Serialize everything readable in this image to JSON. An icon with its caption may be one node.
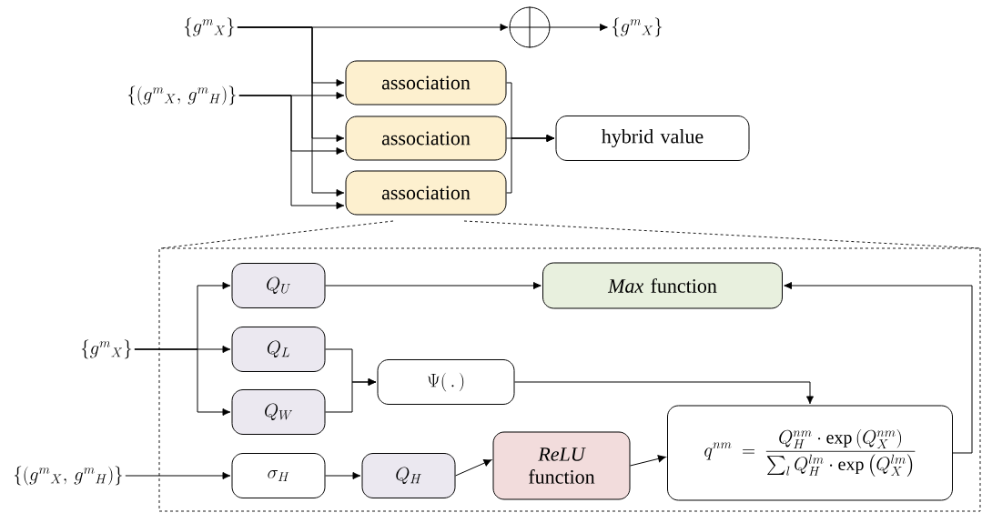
{
  "diagram": {
    "nodes": [
      {
        "text": [
          "\\{g^{m}{}_{X}\\}"
        ]
      },
      {
        "text": [
          "\\{(g^{m}{}_{X},\\, g^{m}{}_{H})\\}"
        ]
      },
      {
        "text": [
          "association"
        ]
      },
      {
        "text": [
          "association"
        ]
      },
      {
        "text": [
          "association"
        ]
      },
      {
        "text": [],
        "shape": "circle"
      },
      {
        "text": [
          "\\{g^{m}{}_{X}\\}"
        ]
      },
      {
        "text": [
          "hybrid value"
        ]
      },
      {
        "text": [],
        "shape": "box"
      },
      {
        "text": [
          "\\{g^{m}{}_{X}\\}"
        ]
      },
      {
        "text": [
          "\\{(g^{m}{}_{X},\\, g^{m}{}_{H})\\}"
        ]
      },
      {
        "text": [
          "Q_{U}"
        ],
        "in": 8
      },
      {
        "text": [
          "Q_{L}"
        ],
        "in": 8
      },
      {
        "text": [
          "Q_{W}"
        ],
        "in": 8
      },
      {
        "text": [
          "*Max* function"
        ],
        "in": 8
      },
      {
        "text": [
          "\\Psi(\\,.\\,)"
        ],
        "in": 8
      },
      {
        "text": [
          "\\sigma_{H}"
        ],
        "in": 8
      },
      {
        "text": [
          "Q_{H}"
        ],
        "in": 8
      },
      {
        "text": [
          "*ReLU* function"
        ],
        "in": 8
      },
      {
        "text": [
          "q^{nm}=\\frac{Q_{H}^{nm}\\cdot\\exp\\left(Q_{X}^{nm}\\right)}{\\sum_{l}Q_{H}^{lm}\\cdot\\exp\\left(Q_{X}^{lm}\\right)}"
        ],
        "in": 8
      }
    ],
    "edges": [
      {
        "from": 0,
        "to": 5,
        "arrow": "to"
      },
      {
        "from": 0,
        "to": 2,
        "arrow": "to"
      },
      {
        "from": 0,
        "to": 3,
        "arrow": "to"
      },
      {
        "from": 0,
        "to": 4,
        "arrow": "to"
      },
      {
        "from": 1,
        "to": 2,
        "arrow": "to"
      },
      {
        "from": 1,
        "to": 3,
        "arrow": "to"
      },
      {
        "from": 1,
        "to": 4,
        "arrow": "to"
      },
      {
        "from": 5,
        "to": 6,
        "arrow": "to"
      },
      {
        "from": 2,
        "to": 7,
        "arrow": "to"
      },
      {
        "from": 3,
        "to": 7,
        "arrow": "to"
      },
      {
        "from": 4,
        "to": 7,
        "arrow": "to"
      },
      {
        "from": 9,
        "to": 11,
        "arrow": "to"
      },
      {
        "from": 9,
        "to": 12,
        "arrow": "to"
      },
      {
        "from": 9,
        "to": 13,
        "arrow": "to"
      },
      {
        "from": 11,
        "to": 14,
        "arrow": "to"
      },
      {
        "from": 12,
        "to": 15,
        "arrow": "to"
      },
      {
        "from": 13,
        "to": 15,
        "arrow": "to"
      },
      {
        "from": 15,
        "to": 19,
        "arrow": "to"
      },
      {
        "from": 10,
        "to": 16,
        "arrow": "to"
      },
      {
        "from": 16,
        "to": 17,
        "arrow": "to"
      },
      {
        "from": 17,
        "to": 18,
        "arrow": "to"
      },
      {
        "from": 18,
        "to": 19,
        "arrow": "to"
      },
      {
        "from": 19,
        "to": 14,
        "arrow": "to"
      }
    ]
  }
}
